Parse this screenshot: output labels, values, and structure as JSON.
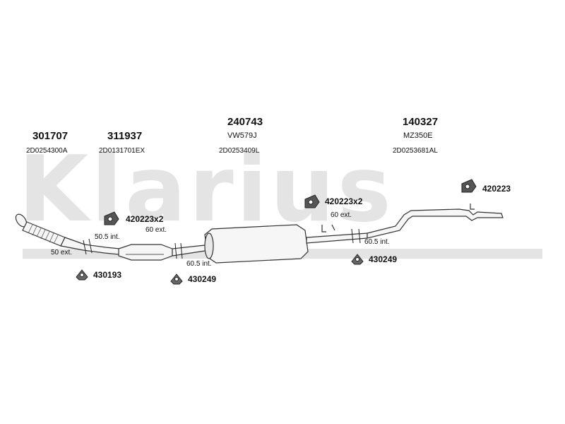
{
  "watermark": {
    "brand": "Klarius"
  },
  "parts": [
    {
      "number": "301707",
      "code": "2D0254300A"
    },
    {
      "number": "311937",
      "code": "2D0131701EX"
    },
    {
      "number": "240743",
      "sub": "VW579J",
      "code": "2D0253409L"
    },
    {
      "number": "140327",
      "sub": "MZ350E",
      "code": "2D0253681AL"
    }
  ],
  "mounts": [
    {
      "label": "420223x2",
      "icon": "rubber-hanger-icon"
    },
    {
      "label": "420223x2",
      "icon": "rubber-hanger-icon"
    },
    {
      "label": "420223",
      "icon": "rubber-hanger-icon"
    },
    {
      "label": "430193",
      "icon": "clamp-icon"
    },
    {
      "label": "430249",
      "icon": "clamp-icon"
    },
    {
      "label": "430249",
      "icon": "clamp-icon"
    }
  ],
  "dimensions": {
    "d1": "50.5 int.",
    "d2": "50 ext.",
    "d3": "60 ext.",
    "d4": "60.5 int.",
    "d5": "60 ext.",
    "d6": "60.5 int."
  },
  "colors": {
    "watermark": "#e4e4e4",
    "pipe_stroke": "#333333",
    "pipe_fill": "#f6f6f6"
  }
}
